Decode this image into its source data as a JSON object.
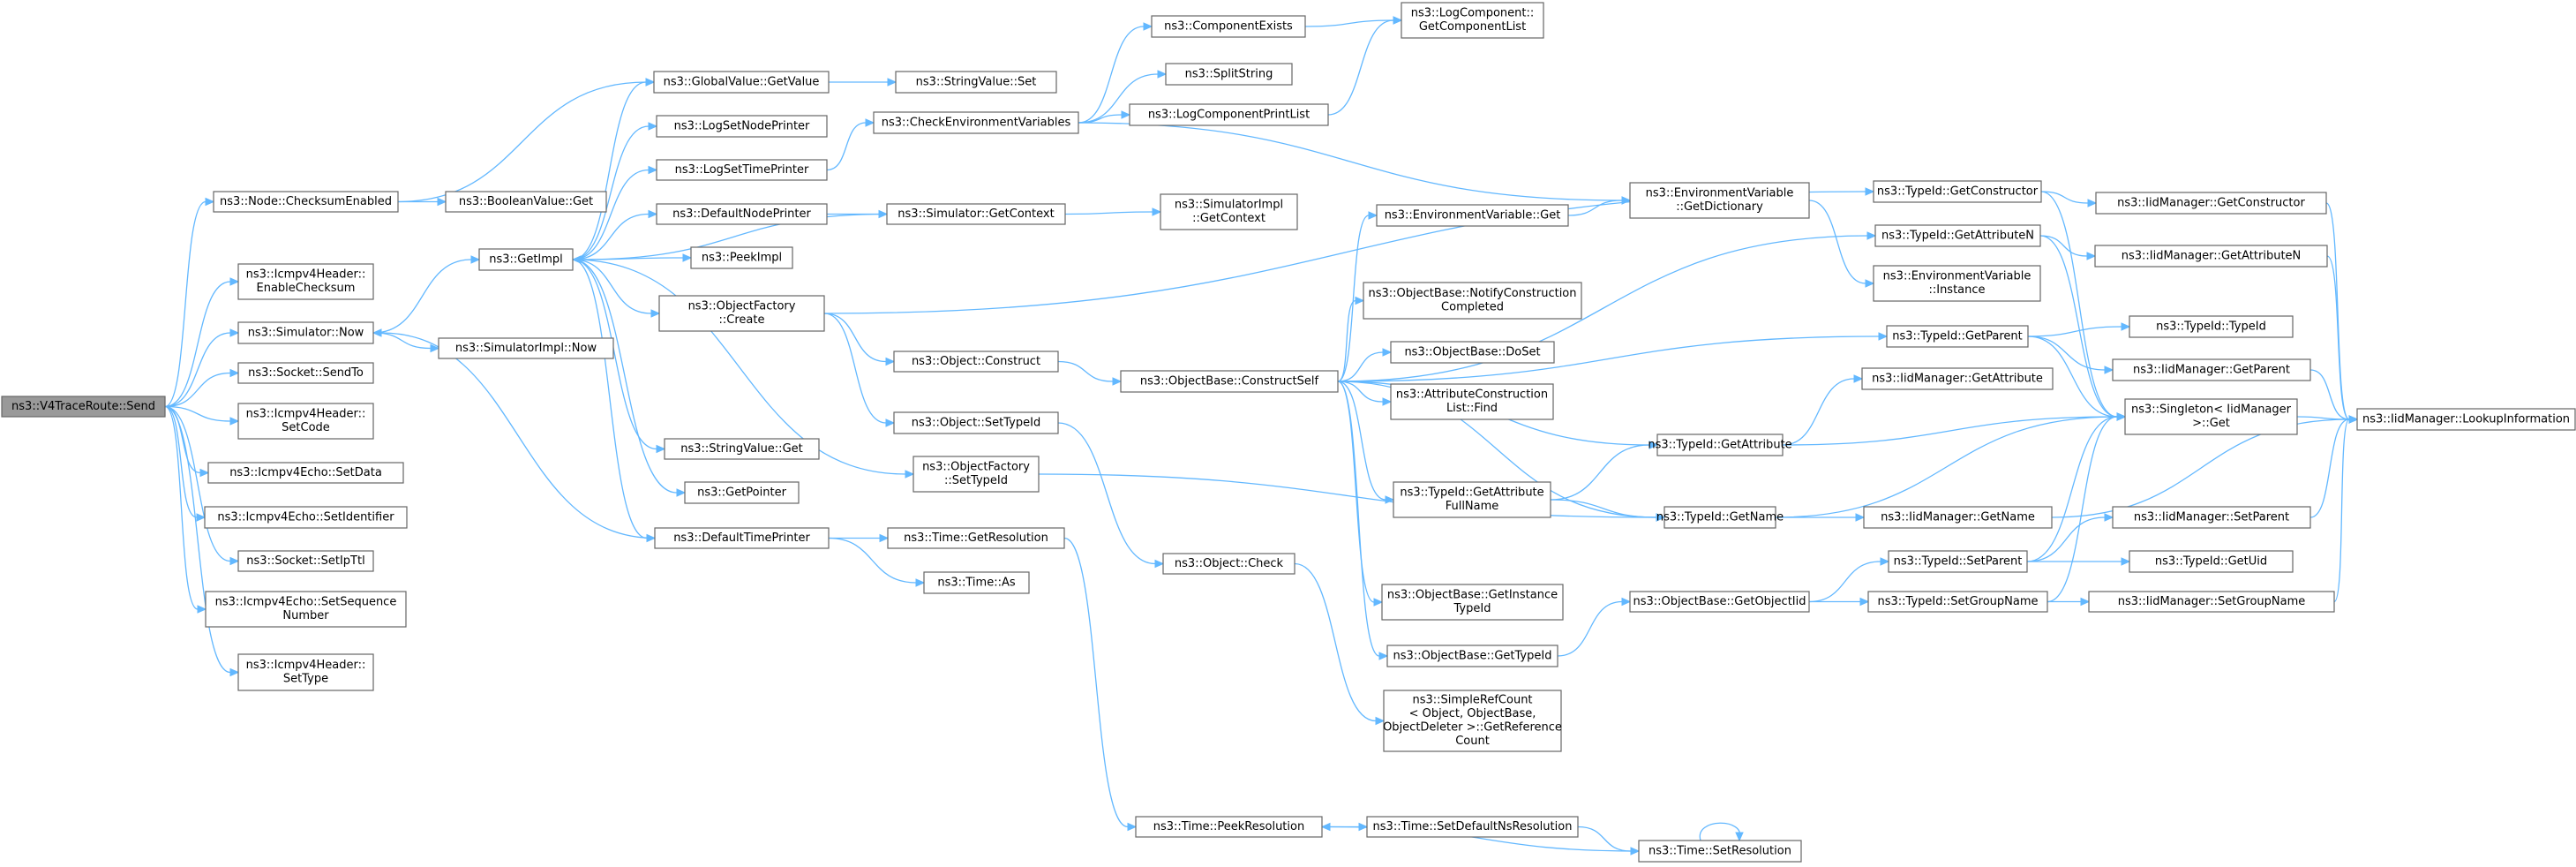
{
  "colors": {
    "edge": "#63b8ff",
    "node_border": "#666666",
    "root_fill": "#999999",
    "node_fill": "#ffffff"
  },
  "nodes": [
    {
      "id": "root",
      "lines": [
        "ns3::V4TraceRoute::Send"
      ]
    },
    {
      "id": "nodeChecksum",
      "lines": [
        "ns3::Node::ChecksumEnabled"
      ]
    },
    {
      "id": "icmpEnableChk",
      "lines": [
        "ns3::Icmpv4Header::",
        "EnableChecksum"
      ]
    },
    {
      "id": "simNow",
      "lines": [
        "ns3::Simulator::Now"
      ]
    },
    {
      "id": "sockSendTo",
      "lines": [
        "ns3::Socket::SendTo"
      ]
    },
    {
      "id": "icmpSetCode",
      "lines": [
        "ns3::Icmpv4Header::",
        "SetCode"
      ]
    },
    {
      "id": "echoSetData",
      "lines": [
        "ns3::Icmpv4Echo::SetData"
      ]
    },
    {
      "id": "echoSetId",
      "lines": [
        "ns3::Icmpv4Echo::SetIdentifier"
      ]
    },
    {
      "id": "sockSetIpTtl",
      "lines": [
        "ns3::Socket::SetIpTtl"
      ]
    },
    {
      "id": "echoSetSeq",
      "lines": [
        "ns3::Icmpv4Echo::SetSequence",
        "Number"
      ]
    },
    {
      "id": "icmpSetType",
      "lines": [
        "ns3::Icmpv4Header::",
        "SetType"
      ]
    },
    {
      "id": "gvGetValue",
      "lines": [
        "ns3::GlobalValue::GetValue"
      ]
    },
    {
      "id": "boolGet",
      "lines": [
        "ns3::BooleanValue::Get"
      ]
    },
    {
      "id": "getImpl",
      "lines": [
        "ns3::GetImpl"
      ]
    },
    {
      "id": "simImplNow",
      "lines": [
        "ns3::SimulatorImpl::Now"
      ]
    },
    {
      "id": "logSetNode",
      "lines": [
        "ns3::LogSetNodePrinter"
      ]
    },
    {
      "id": "logSetTime",
      "lines": [
        "ns3::LogSetTimePrinter"
      ]
    },
    {
      "id": "defNodePr",
      "lines": [
        "ns3::DefaultNodePrinter"
      ]
    },
    {
      "id": "peekImpl",
      "lines": [
        "ns3::PeekImpl"
      ]
    },
    {
      "id": "objFactCreate",
      "lines": [
        "ns3::ObjectFactory",
        "::Create"
      ]
    },
    {
      "id": "strValGet",
      "lines": [
        "ns3::StringValue::Get"
      ]
    },
    {
      "id": "getPointer",
      "lines": [
        "ns3::GetPointer"
      ]
    },
    {
      "id": "defTimePr",
      "lines": [
        "ns3::DefaultTimePrinter"
      ]
    },
    {
      "id": "strValSet",
      "lines": [
        "ns3::StringValue::Set"
      ]
    },
    {
      "id": "checkEnv",
      "lines": [
        "ns3::CheckEnvironmentVariables"
      ]
    },
    {
      "id": "simGetCtx",
      "lines": [
        "ns3::Simulator::GetContext"
      ]
    },
    {
      "id": "objConstruct",
      "lines": [
        "ns3::Object::Construct"
      ]
    },
    {
      "id": "objSetTypeId",
      "lines": [
        "ns3::Object::SetTypeId"
      ]
    },
    {
      "id": "ofSetTypeId",
      "lines": [
        "ns3::ObjectFactory",
        "::SetTypeId"
      ]
    },
    {
      "id": "timeGetRes",
      "lines": [
        "ns3::Time::GetResolution"
      ]
    },
    {
      "id": "timeAs",
      "lines": [
        "ns3::Time::As"
      ]
    },
    {
      "id": "compExists",
      "lines": [
        "ns3::ComponentExists"
      ]
    },
    {
      "id": "splitString",
      "lines": [
        "ns3::SplitString"
      ]
    },
    {
      "id": "logCompPrint",
      "lines": [
        "ns3::LogComponentPrintList"
      ]
    },
    {
      "id": "simImplCtx",
      "lines": [
        "ns3::SimulatorImpl",
        "::GetContext"
      ]
    },
    {
      "id": "objBaseCS",
      "lines": [
        "ns3::ObjectBase::ConstructSelf"
      ]
    },
    {
      "id": "objCheck",
      "lines": [
        "ns3::Object::Check"
      ]
    },
    {
      "id": "timePeekRes",
      "lines": [
        "ns3::Time::PeekResolution"
      ]
    },
    {
      "id": "logCompGetList",
      "lines": [
        "ns3::LogComponent::",
        "GetComponentList"
      ]
    },
    {
      "id": "envVarGet",
      "lines": [
        "ns3::EnvironmentVariable::Get"
      ]
    },
    {
      "id": "obNotify",
      "lines": [
        "ns3::ObjectBase::NotifyConstruction",
        "Completed"
      ]
    },
    {
      "id": "obDoSet",
      "lines": [
        "ns3::ObjectBase::DoSet"
      ]
    },
    {
      "id": "attrFind",
      "lines": [
        "ns3::AttributeConstruction",
        "List::Find"
      ]
    },
    {
      "id": "tidGetAttrFull",
      "lines": [
        "ns3::TypeId::GetAttribute",
        "FullName"
      ]
    },
    {
      "id": "obGetInst",
      "lines": [
        "ns3::ObjectBase::GetInstance",
        "TypeId"
      ]
    },
    {
      "id": "obGetTypeId",
      "lines": [
        "ns3::ObjectBase::GetTypeId"
      ]
    },
    {
      "id": "simpleRef",
      "lines": [
        "ns3::SimpleRefCount",
        "< Object, ObjectBase,",
        "ObjectDeleter >::GetReference",
        "Count"
      ]
    },
    {
      "id": "timeSetDefNs",
      "lines": [
        "ns3::Time::SetDefaultNsResolution"
      ]
    },
    {
      "id": "envGetDict",
      "lines": [
        "ns3::EnvironmentVariable",
        "::GetDictionary"
      ]
    },
    {
      "id": "tidGetAttr",
      "lines": [
        "ns3::TypeId::GetAttribute"
      ]
    },
    {
      "id": "tidGetName",
      "lines": [
        "ns3::TypeId::GetName"
      ]
    },
    {
      "id": "obGetObjTid",
      "lines": [
        "ns3::ObjectBase::GetObjectIid"
      ]
    },
    {
      "id": "timeSetRes",
      "lines": [
        "ns3::Time::SetResolution"
      ]
    },
    {
      "id": "tidGetCtor",
      "lines": [
        "ns3::TypeId::GetConstructor"
      ]
    },
    {
      "id": "tidGetAttrN",
      "lines": [
        "ns3::TypeId::GetAttributeN"
      ]
    },
    {
      "id": "envInstance",
      "lines": [
        "ns3::EnvironmentVariable",
        "::Instance"
      ]
    },
    {
      "id": "tidGetParent",
      "lines": [
        "ns3::TypeId::GetParent"
      ]
    },
    {
      "id": "iidGetAttr",
      "lines": [
        "ns3::IidManager::GetAttribute"
      ]
    },
    {
      "id": "singletonGet",
      "lines": [
        "ns3::Singleton< IidManager",
        ">::Get"
      ]
    },
    {
      "id": "iidGetName",
      "lines": [
        "ns3::IidManager::GetName"
      ]
    },
    {
      "id": "tidSetParent",
      "lines": [
        "ns3::TypeId::SetParent"
      ]
    },
    {
      "id": "tidSetGroup",
      "lines": [
        "ns3::TypeId::SetGroupName"
      ]
    },
    {
      "id": "iidGetCtor",
      "lines": [
        "ns3::IidManager::GetConstructor"
      ]
    },
    {
      "id": "iidGetAttrN",
      "lines": [
        "ns3::IidManager::GetAttributeN"
      ]
    },
    {
      "id": "tidTypeId",
      "lines": [
        "ns3::TypeId::TypeId"
      ]
    },
    {
      "id": "iidGetParent",
      "lines": [
        "ns3::IidManager::GetParent"
      ]
    },
    {
      "id": "iidSetParent",
      "lines": [
        "ns3::IidManager::SetParent"
      ]
    },
    {
      "id": "tidGetUid",
      "lines": [
        "ns3::TypeId::GetUid"
      ]
    },
    {
      "id": "iidSetGroup",
      "lines": [
        "ns3::IidManager::SetGroupName"
      ]
    },
    {
      "id": "iidLookup",
      "lines": [
        "ns3::IidManager::LookupInformation"
      ]
    }
  ],
  "edges": [
    [
      "root",
      "nodeChecksum"
    ],
    [
      "root",
      "icmpEnableChk"
    ],
    [
      "root",
      "simNow"
    ],
    [
      "root",
      "sockSendTo"
    ],
    [
      "root",
      "icmpSetCode"
    ],
    [
      "root",
      "echoSetData"
    ],
    [
      "root",
      "echoSetId"
    ],
    [
      "root",
      "sockSetIpTtl"
    ],
    [
      "root",
      "echoSetSeq"
    ],
    [
      "root",
      "icmpSetType"
    ],
    [
      "nodeChecksum",
      "gvGetValue"
    ],
    [
      "nodeChecksum",
      "boolGet"
    ],
    [
      "simNow",
      "getImpl"
    ],
    [
      "simNow",
      "simImplNow"
    ],
    [
      "getImpl",
      "gvGetValue"
    ],
    [
      "getImpl",
      "logSetNode"
    ],
    [
      "getImpl",
      "logSetTime"
    ],
    [
      "getImpl",
      "defNodePr"
    ],
    [
      "getImpl",
      "peekImpl"
    ],
    [
      "getImpl",
      "objFactCreate"
    ],
    [
      "getImpl",
      "strValGet"
    ],
    [
      "getImpl",
      "getPointer"
    ],
    [
      "getImpl",
      "defTimePr"
    ],
    [
      "getImpl",
      "ofSetTypeId"
    ],
    [
      "gvGetValue",
      "strValSet"
    ],
    [
      "logSetTime",
      "checkEnv"
    ],
    [
      "defNodePr",
      "simGetCtx"
    ],
    [
      "simGetCtx",
      "getImpl"
    ],
    [
      "simGetCtx",
      "simImplCtx"
    ],
    [
      "defTimePr",
      "simNow"
    ],
    [
      "defTimePr",
      "timeGetRes"
    ],
    [
      "defTimePr",
      "timeAs"
    ],
    [
      "objFactCreate",
      "objConstruct"
    ],
    [
      "objFactCreate",
      "objSetTypeId"
    ],
    [
      "objFactCreate",
      "tidGetCtor"
    ],
    [
      "ofSetTypeId",
      "tidGetName"
    ],
    [
      "checkEnv",
      "compExists"
    ],
    [
      "checkEnv",
      "splitString"
    ],
    [
      "checkEnv",
      "logCompPrint"
    ],
    [
      "checkEnv",
      "envGetDict"
    ],
    [
      "compExists",
      "logCompGetList"
    ],
    [
      "logCompPrint",
      "logCompGetList"
    ],
    [
      "objConstruct",
      "objBaseCS"
    ],
    [
      "objSetTypeId",
      "objCheck"
    ],
    [
      "objCheck",
      "simpleRef"
    ],
    [
      "timeGetRes",
      "timePeekRes"
    ],
    [
      "timePeekRes",
      "timeSetDefNs"
    ],
    [
      "timeSetDefNs",
      "timeSetRes"
    ],
    [
      "timeSetRes",
      "timePeekRes"
    ],
    [
      "timeSetRes",
      "timeSetRes"
    ],
    [
      "objBaseCS",
      "envVarGet"
    ],
    [
      "objBaseCS",
      "obNotify"
    ],
    [
      "objBaseCS",
      "obDoSet"
    ],
    [
      "objBaseCS",
      "attrFind"
    ],
    [
      "objBaseCS",
      "tidGetAttrFull"
    ],
    [
      "objBaseCS",
      "obGetInst"
    ],
    [
      "objBaseCS",
      "obGetTypeId"
    ],
    [
      "objBaseCS",
      "tidGetAttr"
    ],
    [
      "objBaseCS",
      "tidGetName"
    ],
    [
      "objBaseCS",
      "tidGetAttrN"
    ],
    [
      "objBaseCS",
      "tidGetParent"
    ],
    [
      "envVarGet",
      "envGetDict"
    ],
    [
      "envGetDict",
      "envInstance"
    ],
    [
      "tidGetAttrFull",
      "tidGetAttr"
    ],
    [
      "tidGetAttrFull",
      "tidGetName"
    ],
    [
      "obGetTypeId",
      "obGetObjTid"
    ],
    [
      "obGetObjTid",
      "tidSetParent"
    ],
    [
      "obGetObjTid",
      "tidSetGroup"
    ],
    [
      "tidGetAttr",
      "iidGetAttr"
    ],
    [
      "tidGetAttr",
      "singletonGet"
    ],
    [
      "tidGetName",
      "singletonGet"
    ],
    [
      "tidGetName",
      "iidGetName"
    ],
    [
      "tidGetCtor",
      "iidGetCtor"
    ],
    [
      "tidGetCtor",
      "singletonGet"
    ],
    [
      "tidGetAttrN",
      "iidGetAttrN"
    ],
    [
      "tidGetAttrN",
      "singletonGet"
    ],
    [
      "tidGetParent",
      "tidTypeId"
    ],
    [
      "tidGetParent",
      "iidGetParent"
    ],
    [
      "tidGetParent",
      "singletonGet"
    ],
    [
      "tidSetParent",
      "iidSetParent"
    ],
    [
      "tidSetParent",
      "tidGetUid"
    ],
    [
      "tidSetParent",
      "singletonGet"
    ],
    [
      "tidSetGroup",
      "iidSetGroup"
    ],
    [
      "tidSetGroup",
      "singletonGet"
    ],
    [
      "iidGetCtor",
      "iidLookup"
    ],
    [
      "iidGetAttrN",
      "iidLookup"
    ],
    [
      "iidGetParent",
      "iidLookup"
    ],
    [
      "iidGetName",
      "iidLookup"
    ],
    [
      "iidSetParent",
      "iidLookup"
    ],
    [
      "iidSetGroup",
      "iidLookup"
    ],
    [
      "singletonGet",
      "iidLookup"
    ]
  ]
}
